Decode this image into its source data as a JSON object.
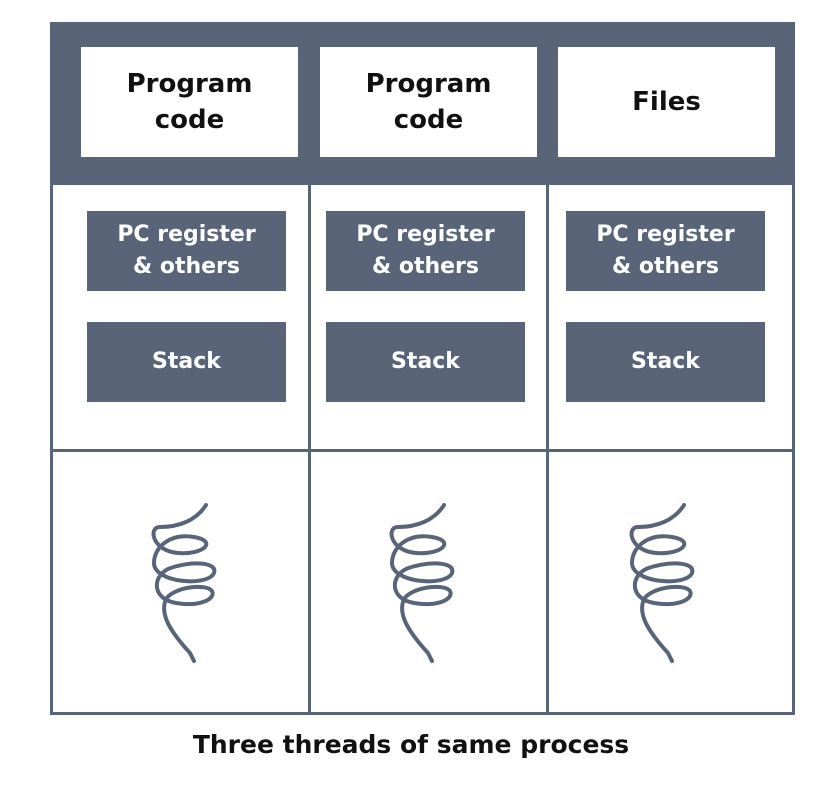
{
  "shared_resources": [
    {
      "label": "Program\ncode"
    },
    {
      "label": "Program\ncode"
    },
    {
      "label": "Files"
    }
  ],
  "threads": [
    {
      "register_label": "PC register\n& others",
      "stack_label": "Stack",
      "icon": "thread-spiral-icon"
    },
    {
      "register_label": "PC register\n& others",
      "stack_label": "Stack",
      "icon": "thread-spiral-icon"
    },
    {
      "register_label": "PC register\n& others",
      "stack_label": "Stack",
      "icon": "thread-spiral-icon"
    }
  ],
  "caption": "Three threads of same process",
  "colors": {
    "slate": "#5a6479",
    "background": "#ffffff",
    "text": "#111111"
  }
}
